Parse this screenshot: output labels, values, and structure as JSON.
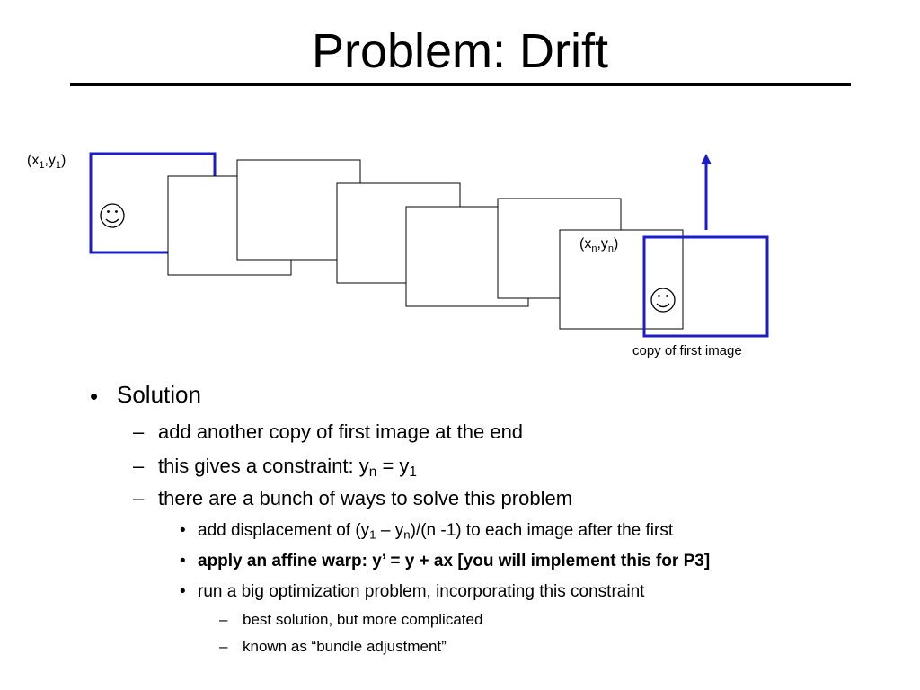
{
  "slide": {
    "title": "Problem:  Drift"
  },
  "diagram": {
    "first_label": {
      "pre": "(x",
      "s1": "1",
      "mid": ",y",
      "s2": "1",
      "post": ")"
    },
    "last_label": {
      "pre": "(x",
      "s1": "n",
      "mid": ",y",
      "s2": "n",
      "post": ")"
    },
    "copy_caption": "copy of first image",
    "colors": {
      "highlight": "#1c1cc8",
      "frame": "#000000"
    },
    "icons": [
      "smiley-face-icon",
      "smiley-face-icon",
      "arrow-up-icon"
    ]
  },
  "bullets": {
    "b1": {
      "marker": "•",
      "text": "Solution"
    },
    "b1_1": {
      "marker": "–",
      "text": "add another copy of first image at the end"
    },
    "b1_2": {
      "marker": "–",
      "pre": "this gives a constraint:  y",
      "s1": "n",
      "mid": " = y",
      "s2": "1"
    },
    "b1_3": {
      "marker": "–",
      "text": "there are a bunch of ways to solve this problem"
    },
    "b1_3_1": {
      "marker": "•",
      "pre": "add displacement of (y",
      "s1": "1",
      "mid": " – y",
      "s2": "n",
      "post": ")/(n -1) to each image after the first"
    },
    "b1_3_2": {
      "marker": "•",
      "text": "apply an affine warp:  y’ = y + ax [you will implement this for P3]"
    },
    "b1_3_3": {
      "marker": "•",
      "text": "run a big optimization problem, incorporating this constraint"
    },
    "b1_3_3_1": {
      "marker": "–",
      "text": "best solution, but more complicated"
    },
    "b1_3_3_2": {
      "marker": "–",
      "text": "known as “bundle adjustment”"
    }
  }
}
